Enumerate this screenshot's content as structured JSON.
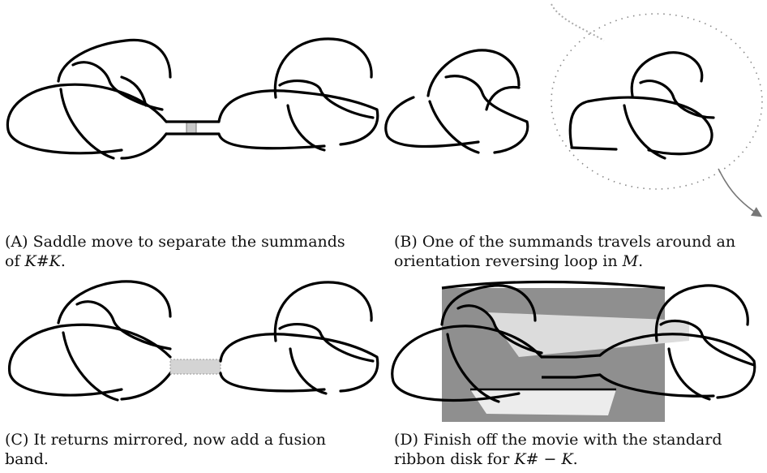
{
  "captions": {
    "a": {
      "label": "(A)",
      "line1": "Saddle move to separate the summands",
      "line2_prefix": "of ",
      "line2_math": "K#K",
      "line2_suffix": "."
    },
    "b": {
      "label": "(B)",
      "line1": "One of the summands travels around an",
      "line2_prefix": "orientation reversing loop in ",
      "line2_math": "M",
      "line2_suffix": "."
    },
    "c": {
      "label": "(C)",
      "line1": "It returns mirrored, now add a fusion",
      "line2_prefix": "band.",
      "line2_math": "",
      "line2_suffix": ""
    },
    "d": {
      "label": "(D)",
      "line1": "Finish off the movie with the standard",
      "line2_prefix": "ribbon disk for ",
      "line2_math": "K# − K",
      "line2_suffix": "."
    }
  },
  "colors": {
    "stroke": "#000000",
    "band": "#c8c8c8",
    "surface_dark": "#8f8f8f",
    "surface_light": "#dcdcdc",
    "loop_dots": "#999999"
  }
}
